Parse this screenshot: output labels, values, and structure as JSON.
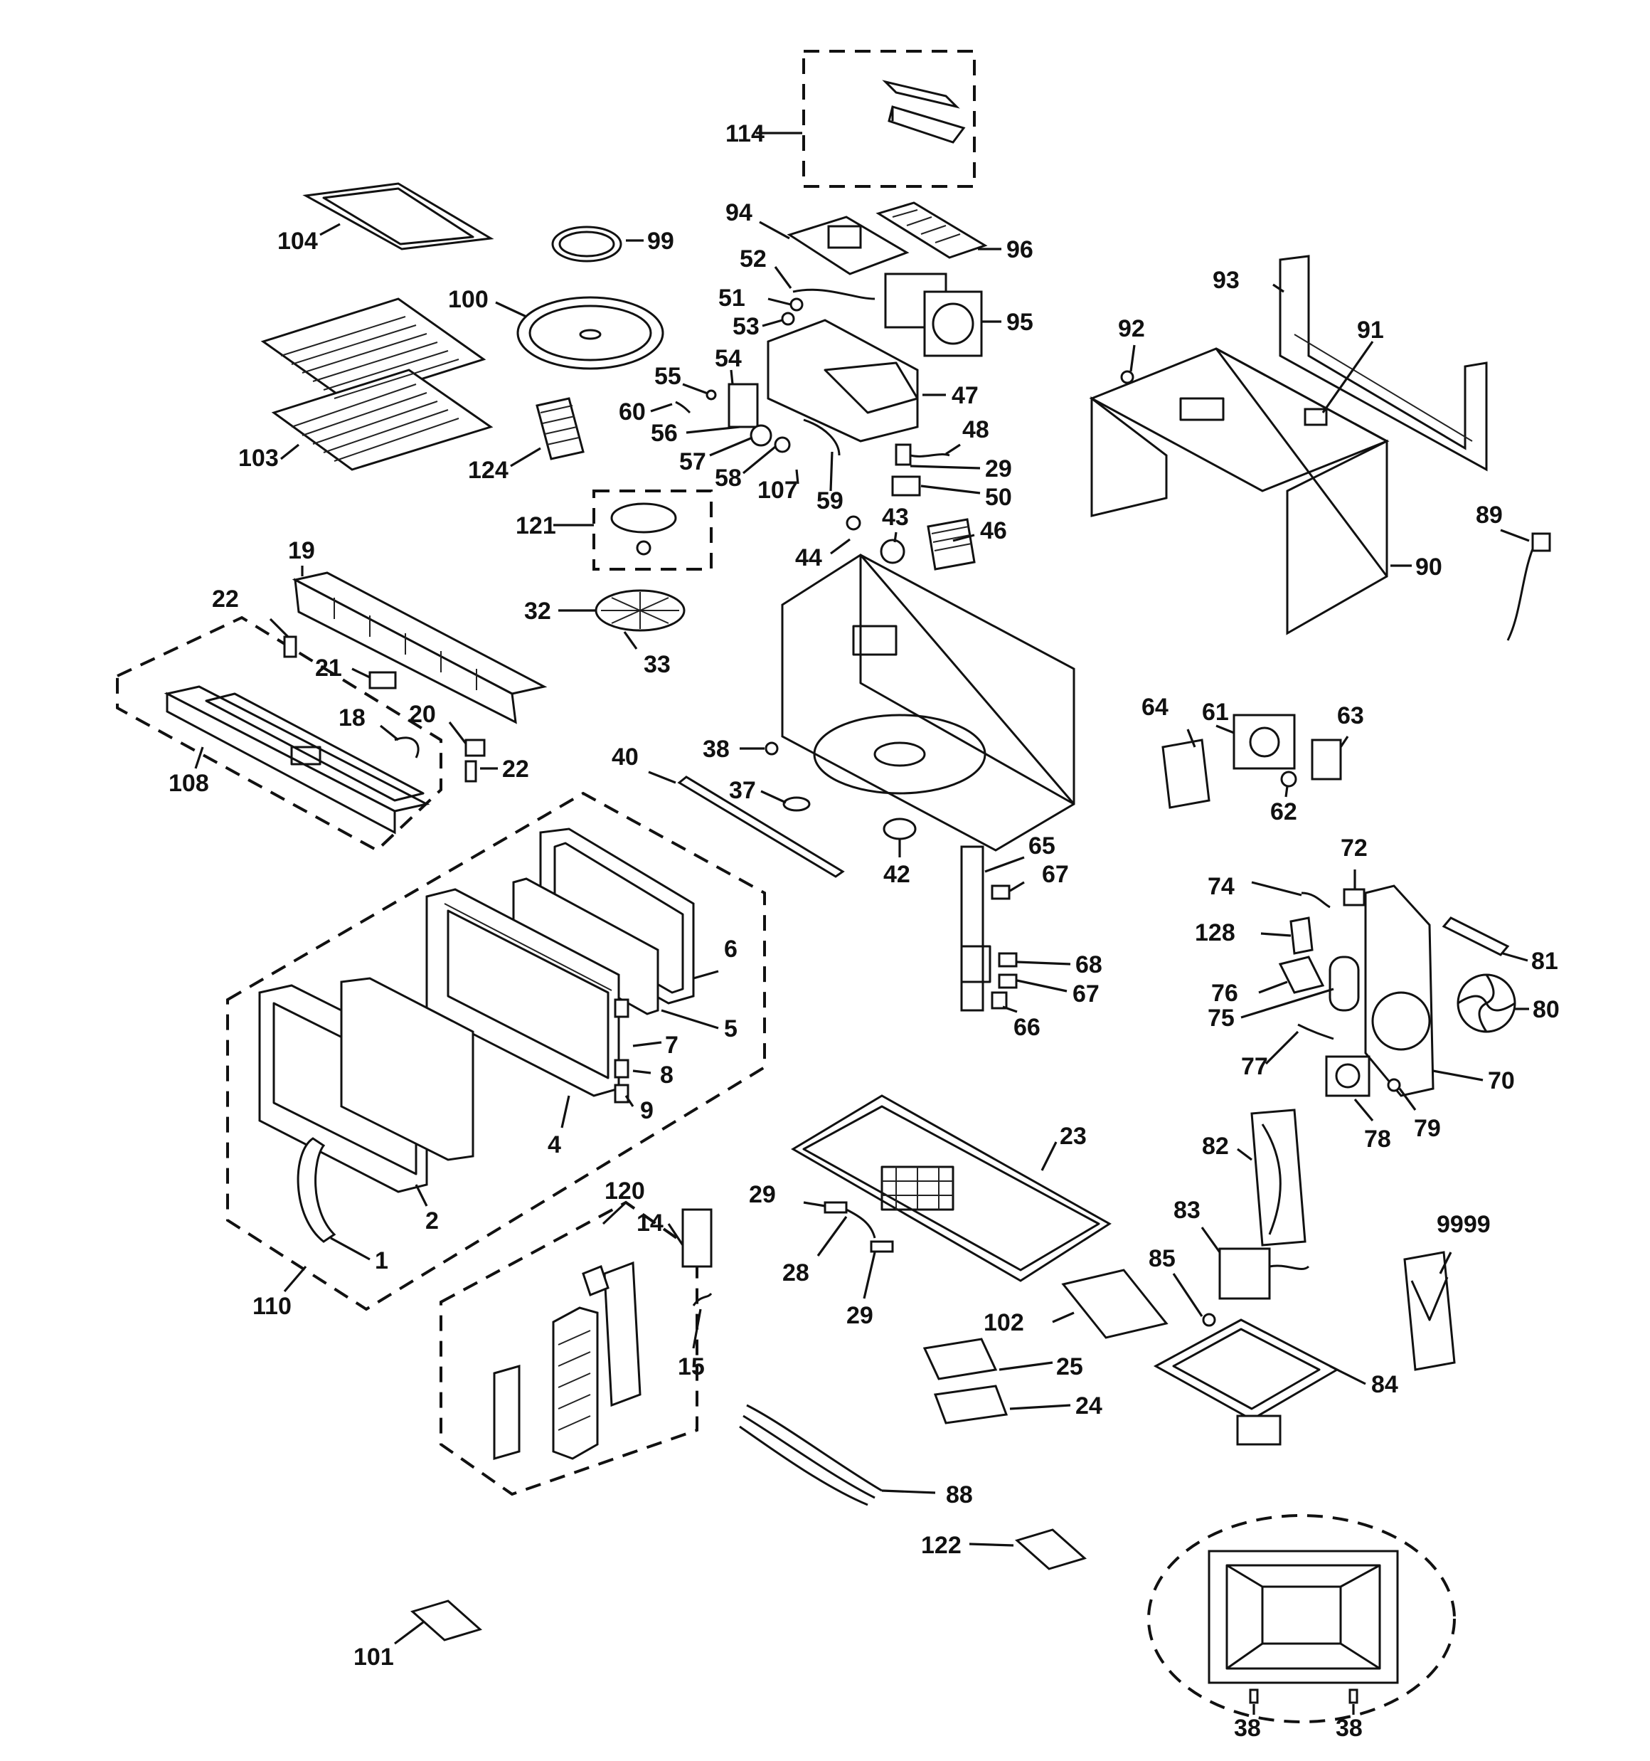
{
  "callouts": {
    "c1": "1",
    "c2": "2",
    "c4": "4",
    "c5": "5",
    "c6": "6",
    "c7": "7",
    "c8": "8",
    "c9": "9",
    "c14": "14",
    "c15": "15",
    "c18": "18",
    "c19": "19",
    "c20": "20",
    "c21": "21",
    "c22a": "22",
    "c22b": "22",
    "c23": "23",
    "c24": "24",
    "c25": "25",
    "c28": "28",
    "c29a": "29",
    "c29b": "29",
    "c29c": "29",
    "c32": "32",
    "c33": "33",
    "c37": "37",
    "c38a": "38",
    "c38b": "38",
    "c38c": "38",
    "c40": "40",
    "c42": "42",
    "c43": "43",
    "c44": "44",
    "c46": "46",
    "c47": "47",
    "c48": "48",
    "c50": "50",
    "c51": "51",
    "c52": "52",
    "c53": "53",
    "c54": "54",
    "c55": "55",
    "c56": "56",
    "c57": "57",
    "c58": "58",
    "c59": "59",
    "c60": "60",
    "c61": "61",
    "c62": "62",
    "c63": "63",
    "c64": "64",
    "c65": "65",
    "c66": "66",
    "c67a": "67",
    "c67b": "67",
    "c68": "68",
    "c70": "70",
    "c72": "72",
    "c74": "74",
    "c75": "75",
    "c76": "76",
    "c77": "77",
    "c78": "78",
    "c79": "79",
    "c80": "80",
    "c81": "81",
    "c82": "82",
    "c83": "83",
    "c84": "84",
    "c85": "85",
    "c88": "88",
    "c89": "89",
    "c90": "90",
    "c91": "91",
    "c92": "92",
    "c93": "93",
    "c94": "94",
    "c95": "95",
    "c96": "96",
    "c99": "99",
    "c100": "100",
    "c101": "101",
    "c102": "102",
    "c103": "103",
    "c104": "104",
    "c107": "107",
    "c108": "108",
    "c110": "110",
    "c114": "114",
    "c120": "120",
    "c121": "121",
    "c122": "122",
    "c124": "124",
    "c128": "128",
    "c9999": "9999"
  }
}
